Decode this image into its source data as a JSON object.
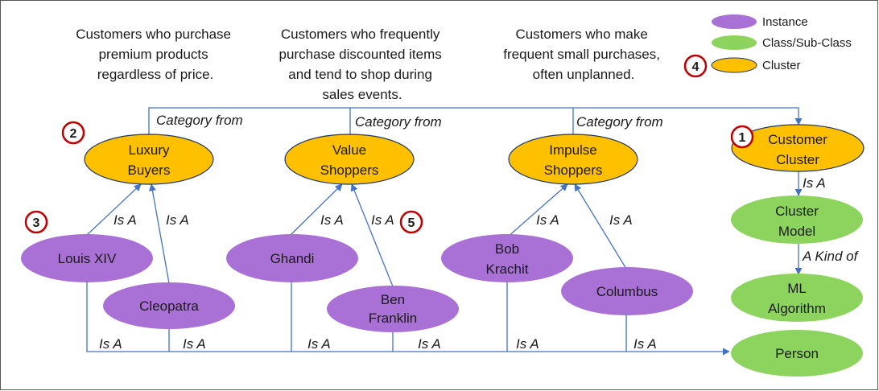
{
  "descriptions": {
    "luxury": [
      "Customers who purchase",
      "premium products",
      "regardless of price."
    ],
    "value": [
      "Customers who frequently",
      "purchase discounted items",
      "and tend to shop during",
      "sales events."
    ],
    "impulse": [
      "Customers who make",
      "frequent small purchases,",
      "often unplanned."
    ]
  },
  "nodes": {
    "luxury_buyers": [
      "Luxury",
      "Buyers"
    ],
    "value_shoppers": [
      "Value",
      "Shoppers"
    ],
    "impulse_shoppers": [
      "Impulse",
      "Shoppers"
    ],
    "customer_cluster": [
      "Customer",
      "Cluster"
    ],
    "cluster_model": [
      "Cluster",
      "Model"
    ],
    "ml_algorithm": [
      "ML",
      "Algorithm"
    ],
    "person": [
      "Person"
    ],
    "louis": [
      "Louis XIV"
    ],
    "cleopatra": [
      "Cleopatra"
    ],
    "ghandi": [
      "Ghandi"
    ],
    "ben_franklin": [
      "Ben",
      "Franklin"
    ],
    "bob_krachit": [
      "Bob",
      "Krachit"
    ],
    "columbus": [
      "Columbus"
    ]
  },
  "edge_labels": {
    "category_from": "Category from",
    "is_a": "Is A",
    "a_kind_of": "A Kind of"
  },
  "legend": {
    "instance": "Instance",
    "class": "Class/Sub-Class",
    "cluster": "Cluster"
  },
  "badges": [
    "1",
    "2",
    "3",
    "4",
    "5"
  ],
  "colors": {
    "instance": "#a970d6",
    "class": "#8dd45e",
    "cluster": "#ffc000",
    "edge": "#4472c4",
    "badge": "#c00000"
  }
}
